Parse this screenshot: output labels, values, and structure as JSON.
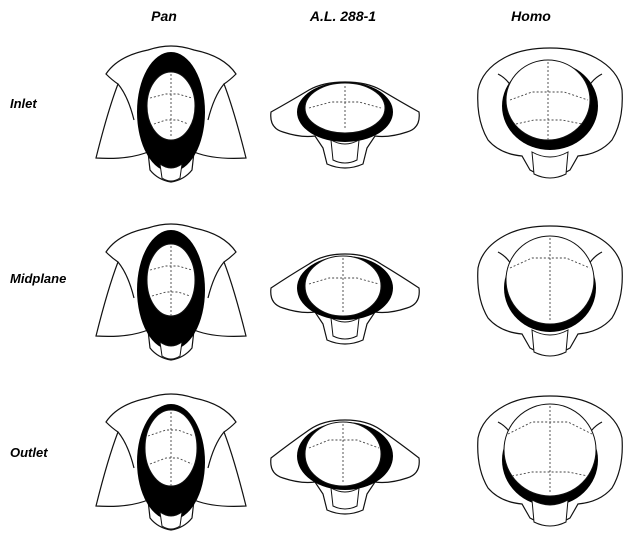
{
  "columns": {
    "pan": "Pan",
    "al": "A.L. 288-1",
    "homo": "Homo"
  },
  "rows": {
    "inlet": "Inlet",
    "midplane": "Midplane",
    "outlet": "Outlet"
  },
  "colors": {
    "line": "#111111",
    "fill": "#ffffff",
    "cavity": "#000000"
  }
}
